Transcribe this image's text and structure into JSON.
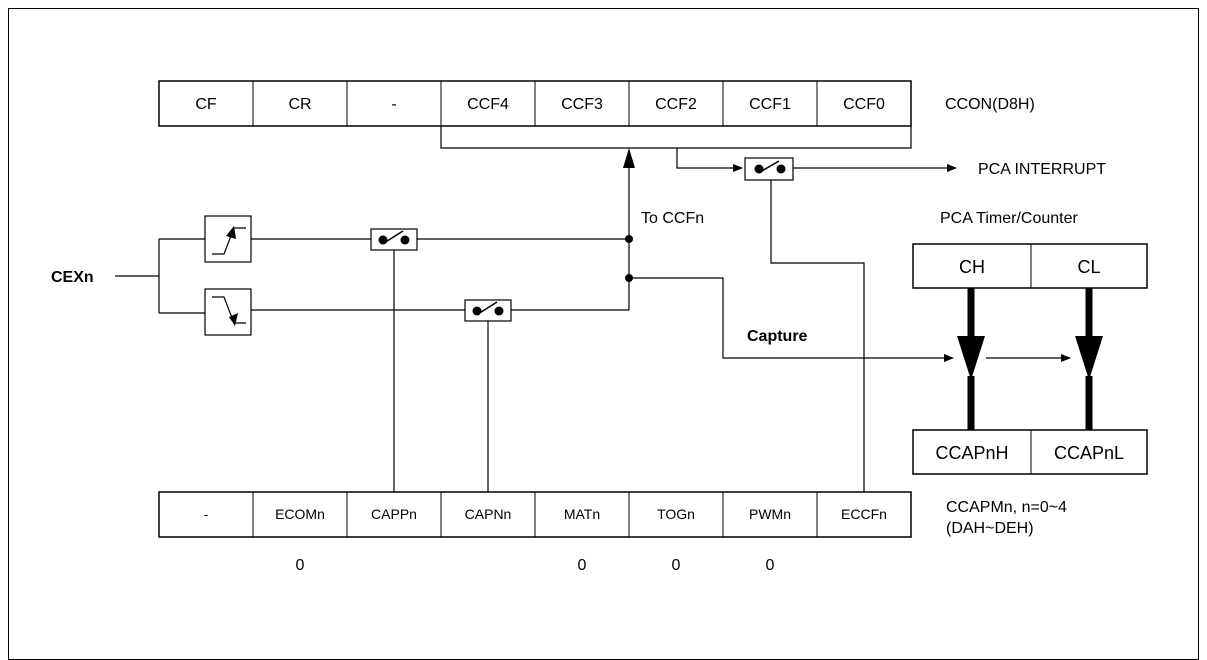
{
  "ccon": {
    "cells": [
      "CF",
      "CR",
      "-",
      "CCF4",
      "CCF3",
      "CCF2",
      "CCF1",
      "CCF0"
    ],
    "label": "CCON(D8H)"
  },
  "ccapm": {
    "cells": [
      "-",
      "ECOMn",
      "CAPPn",
      "CAPNn",
      "MATn",
      "TOGn",
      "PWMn",
      "ECCFn"
    ],
    "values": [
      "",
      "0",
      "",
      "",
      "0",
      "0",
      "0",
      ""
    ],
    "label_line1": "CCAPMn, n=0~4",
    "label_line2": "(DAH~DEH)"
  },
  "timer": {
    "title": "PCA Timer/Counter",
    "high": "CH",
    "low": "CL"
  },
  "capture_regs": {
    "high": "CCAPnH",
    "low": "CCAPnL"
  },
  "signals": {
    "input": "CEXn",
    "to_ccfn": "To CCFn",
    "interrupt": "PCA  INTERRUPT",
    "capture": "Capture"
  }
}
